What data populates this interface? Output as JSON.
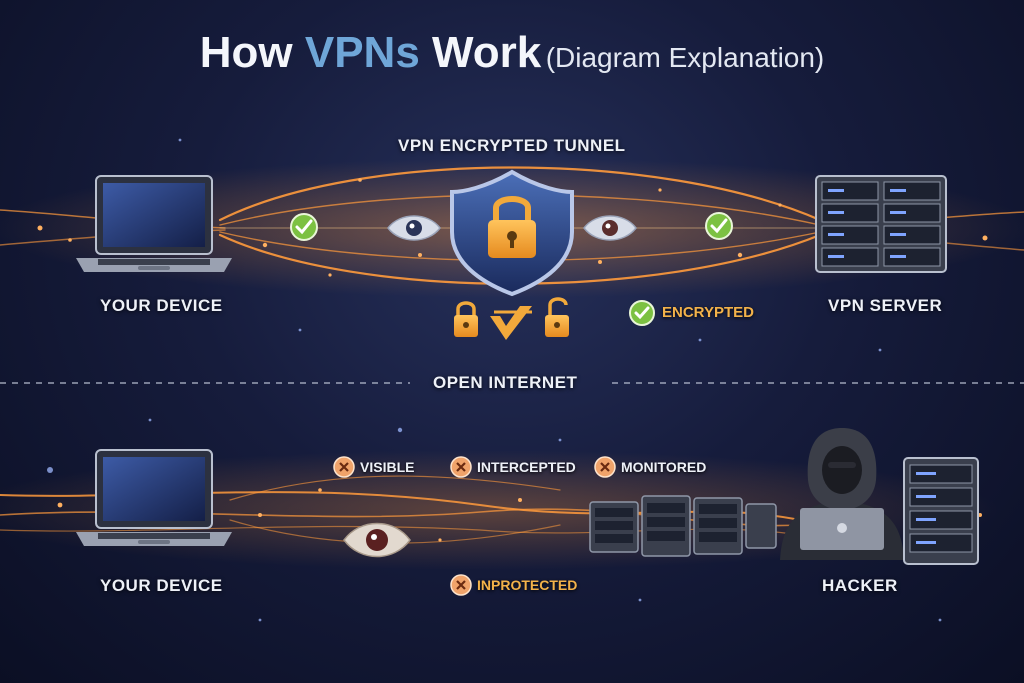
{
  "title": {
    "part1": "How ",
    "part2": "VPNs",
    "part3": " Work",
    "part4": "(Diagram Explanation)"
  },
  "top": {
    "tunnel_label": "VPN ENCRYPTED TUNNEL",
    "device_label": "YOUR DEVICE",
    "server_label": "VPN SERVER",
    "encrypted_label": "ENCRYPTED"
  },
  "divider_label": "OPEN INTERNET",
  "bottom": {
    "device_label": "YOUR DEVICE",
    "hacker_label": "HACKER",
    "visible_label": "VISIBLE",
    "intercepted_label": "INTERCEPTED",
    "monitored_label": "MONITORED",
    "unprotected_label": "INPROTECTED"
  },
  "colors": {
    "accent": "#6fa6d8",
    "stream": "#ff9a3c",
    "check": "#7cc142",
    "cross": "#f0a36a",
    "lock": "#f2a93b"
  }
}
